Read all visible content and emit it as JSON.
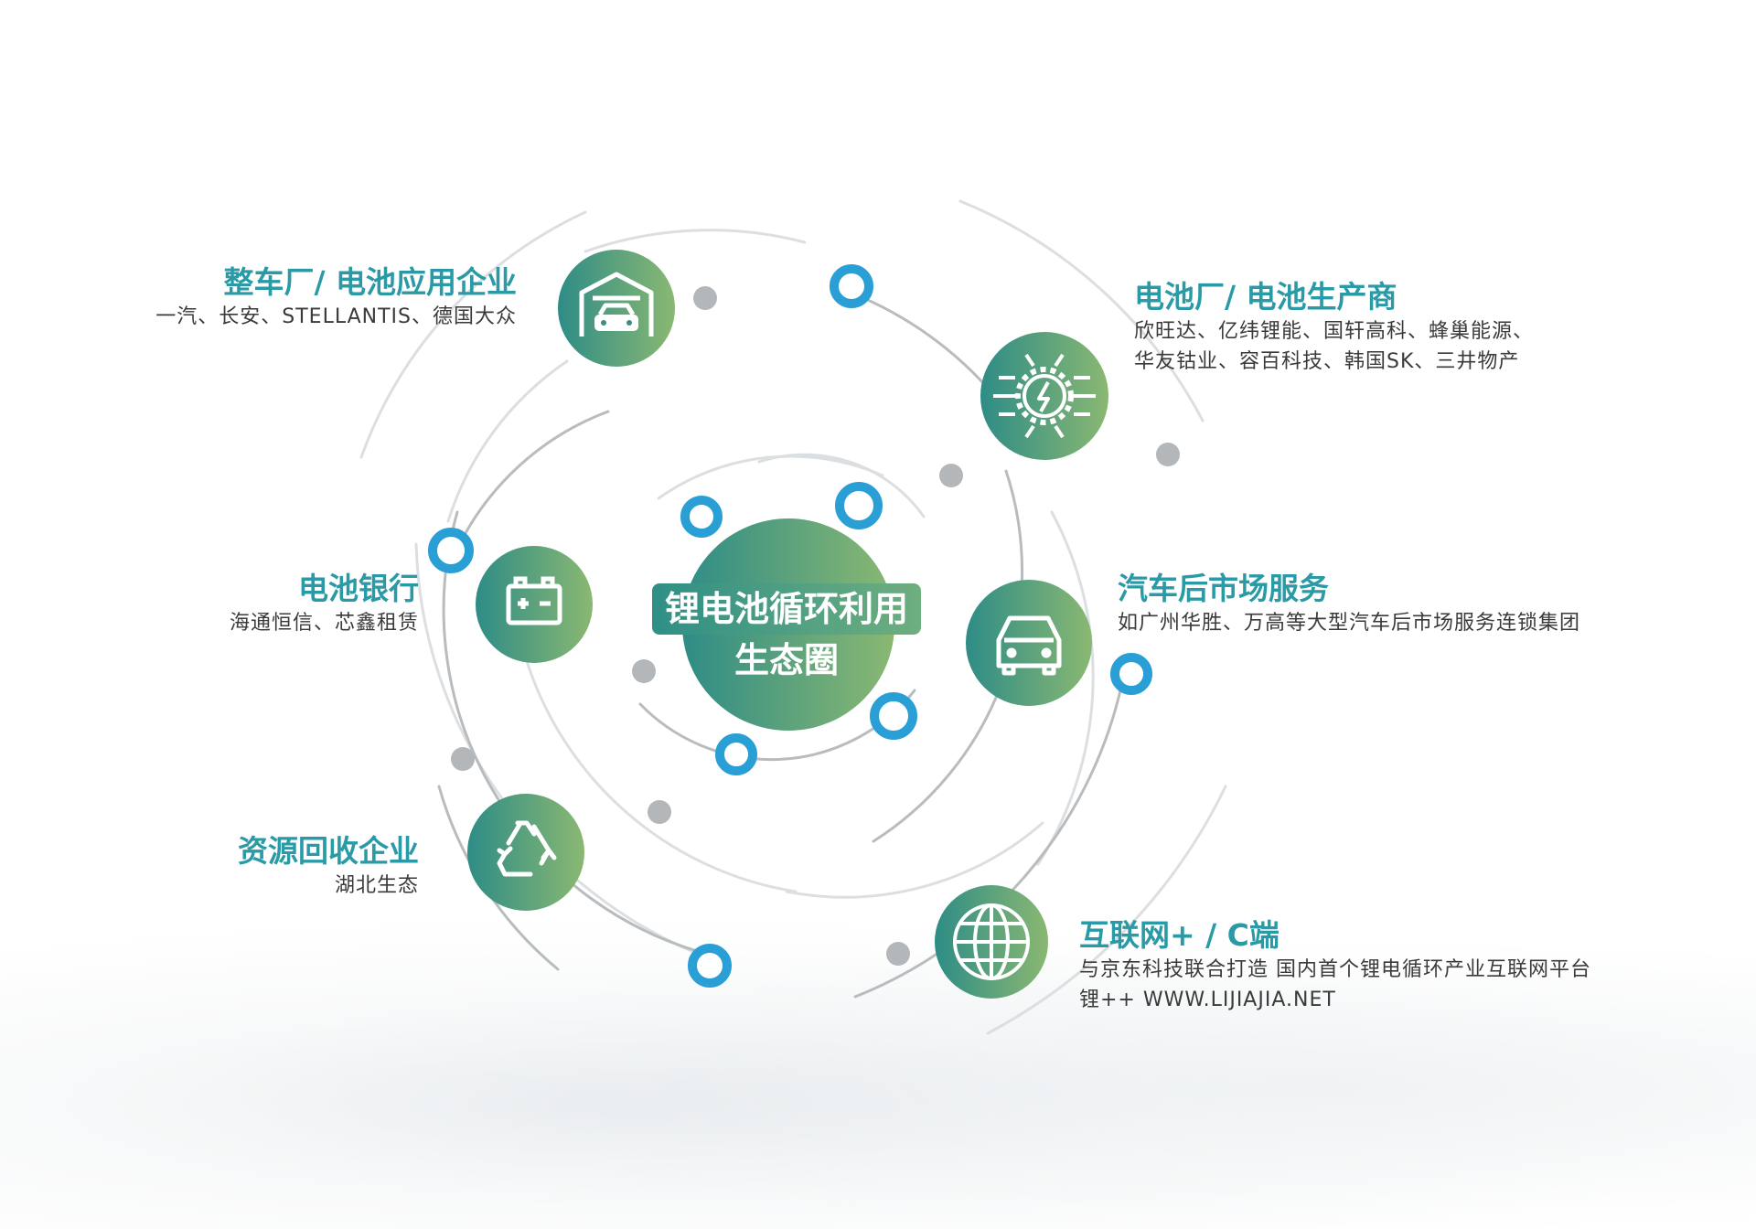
{
  "center": {
    "line1": "锂电池循环利用",
    "line2": "生态圈"
  },
  "nodes": [
    {
      "id": "oem",
      "title": "整车厂/ 电池应用企业",
      "sub": [
        "一汽、长安、STELLANTIS、德国大众"
      ],
      "icon": "garage-car-icon"
    },
    {
      "id": "battery-maker",
      "title": "电池厂/ 电池生产商",
      "sub": [
        "欣旺达、亿纬锂能、国轩高科、蜂巢能源、",
        "华友钴业、容百科技、韩国SK、三井物产"
      ],
      "icon": "gear-lightning-icon"
    },
    {
      "id": "battery-bank",
      "title": "电池银行",
      "sub": [
        "海通恒信、芯鑫租赁"
      ],
      "icon": "battery-icon"
    },
    {
      "id": "aftermarket",
      "title": "汽车后市场服务",
      "sub": [
        "如广州华胜、万高等大型汽车后市场服务连锁集团"
      ],
      "icon": "car-icon"
    },
    {
      "id": "recycling",
      "title": "资源回收企业",
      "sub": [
        "湖北生态"
      ],
      "icon": "recycle-icon"
    },
    {
      "id": "internet",
      "title": "互联网+ / C端",
      "sub": [
        "与京东科技联合打造 国内首个锂电循环产业互联网平台",
        "锂++ WWW.LIJIAJIA.NET"
      ],
      "icon": "globe-icon"
    }
  ],
  "colors": {
    "accent": "#2a9aa6",
    "gradient_start": "#2e8c86",
    "gradient_end": "#8ab872",
    "ring_blue": "#2a9fd6",
    "dot_gray": "#b4b7ba",
    "orbit_gray": "#c9ccce"
  }
}
